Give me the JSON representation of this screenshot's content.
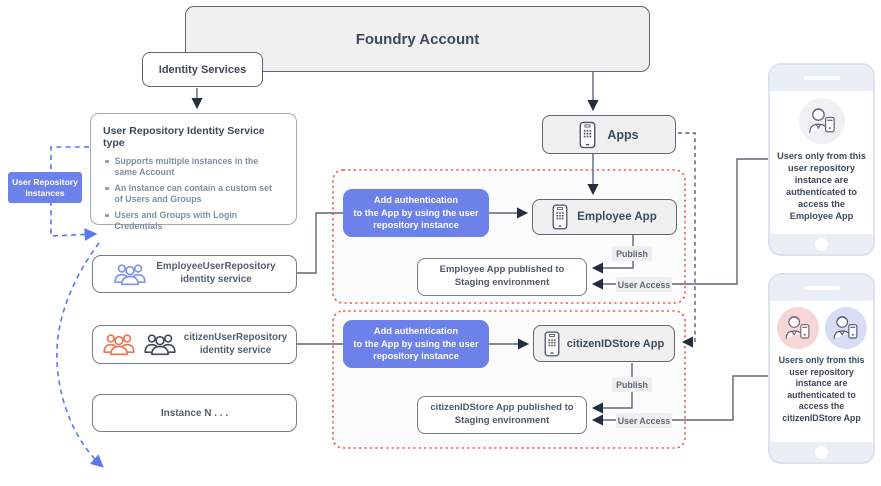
{
  "colors": {
    "accent_blue": "#6c81e9",
    "red_dashed": "#ef564a",
    "blue_dashed": "#5a78ec",
    "line": "#5d6673",
    "navy_text": "#3f4a59",
    "people_blue": "#7c92f0",
    "people_orange": "#ed7350",
    "people_dark": "#414e5e"
  },
  "foundry": {
    "label": "Foundry Account"
  },
  "identity_services": {
    "label": "Identity Services"
  },
  "user_repo_type": {
    "title": "User Repository Identity Service type",
    "bullets": [
      "Supports multiple instances in the same Account",
      "An Instance can contain a custom set of Users and Groups",
      "Users and Groups with Login Credentials"
    ]
  },
  "instances_label": {
    "line1": "User Repository",
    "line2": "Instances"
  },
  "repos": {
    "employee": {
      "line1": "EmployeeUserRepository",
      "line2": "identity service"
    },
    "citizen": {
      "line1": "citizenUserRepository",
      "line2": "identity service"
    },
    "instance_n": {
      "label": "Instance N . . ."
    }
  },
  "apps": {
    "label": "Apps"
  },
  "flow_employee": {
    "auth": {
      "line1": "Add authentication",
      "line2": "to the App by using the user",
      "line3": "repository instance"
    },
    "app": "Employee App",
    "published": {
      "line1": "Employee App published to",
      "line2": "Staging environment"
    },
    "publish": "Publish",
    "user_access": "User Access"
  },
  "flow_citizen": {
    "auth": {
      "line1": "Add authentication",
      "line2": "to the App by using the user",
      "line3": "repository instance"
    },
    "app": "citizenIDStore App",
    "published": {
      "line1": "citizenIDStore App published to",
      "line2": "Staging environment"
    },
    "publish": "Publish",
    "user_access": "User Access"
  },
  "phone_employee": {
    "text": "Users only from this user repository instance are authenticated to access the Employee App"
  },
  "phone_citizen": {
    "text": "Users only from this user repository instance are authenticated to access the citizenIDStore App"
  }
}
